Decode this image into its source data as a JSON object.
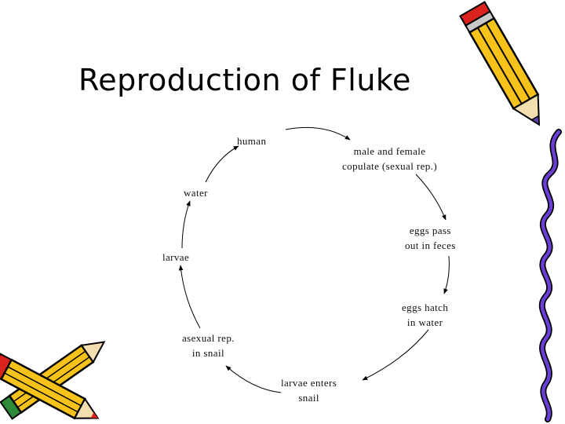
{
  "title": "Reproduction of Fluke",
  "cycle": {
    "stages": [
      {
        "id": "human",
        "lines": [
          "human"
        ]
      },
      {
        "id": "copulate",
        "lines": [
          "male and female",
          "copulate (sexual rep.)"
        ]
      },
      {
        "id": "eggs-pass",
        "lines": [
          "eggs pass",
          "out in feces"
        ]
      },
      {
        "id": "eggs-hatch",
        "lines": [
          "eggs hatch",
          "in water"
        ]
      },
      {
        "id": "larvae-enters",
        "lines": [
          "larvae enters",
          "snail"
        ]
      },
      {
        "id": "asexual",
        "lines": [
          "asexual rep.",
          "in snail"
        ]
      },
      {
        "id": "larvae",
        "lines": [
          "larvae"
        ]
      },
      {
        "id": "water",
        "lines": [
          "water"
        ]
      }
    ]
  },
  "decorations": {
    "pencil_top_right": "pencil-clipart",
    "squiggle_right": "squiggle-line",
    "pencils_bottom_left": "crossed-pencils-clipart",
    "colors": {
      "pencil_body": "#f7c21a",
      "pencil_outline": "#000000",
      "eraser_red": "#d9231c",
      "eraser_green": "#2e8b3a",
      "squiggle": "#6b3fd6"
    }
  }
}
